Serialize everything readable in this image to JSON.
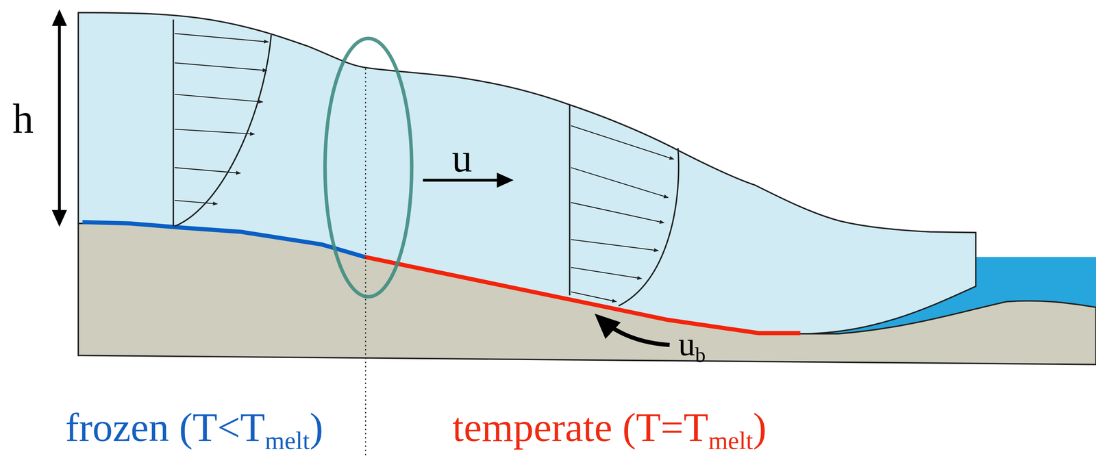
{
  "diagram": {
    "labels": [
      "h",
      "u",
      "ub",
      "frozen (T<Tmelt)",
      "temperate (T=Tmelt)"
    ]
  }
}
